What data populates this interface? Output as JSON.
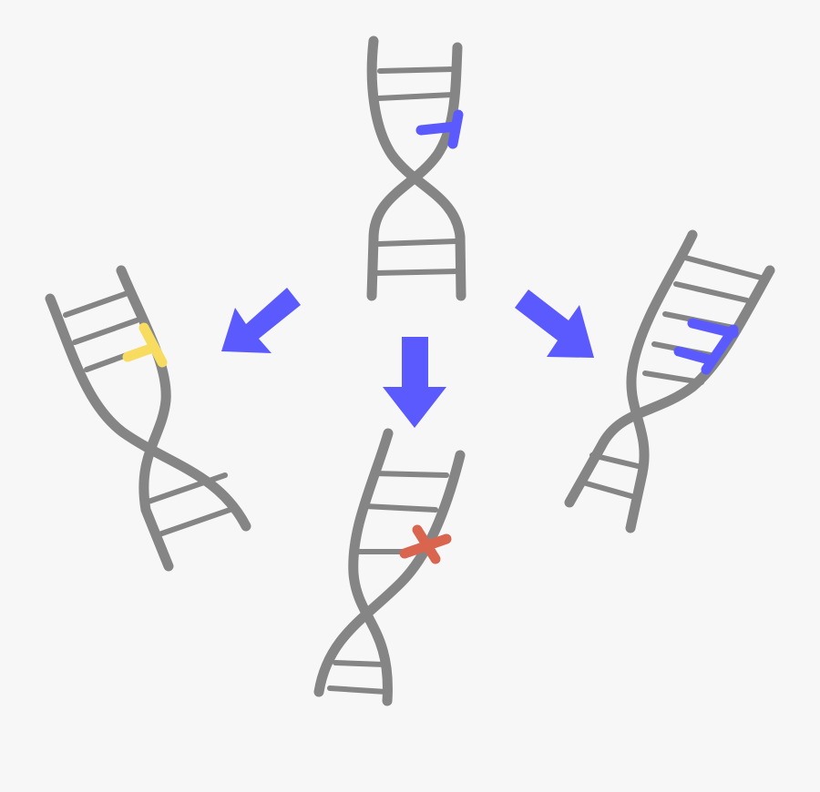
{
  "colors": {
    "background": "#f7f7f7",
    "dna": "#858585",
    "arrow": "#5a5aff",
    "blue_mark": "#5a5aff",
    "yellow_mark": "#f7dc5f",
    "red_mark": "#d9654f"
  },
  "elements": {
    "original_dna": {
      "marker": "blue"
    },
    "left_dna": {
      "marker": "yellow"
    },
    "middle_dna": {
      "marker": "red-cross"
    },
    "right_dna": {
      "marker": "blue"
    }
  }
}
